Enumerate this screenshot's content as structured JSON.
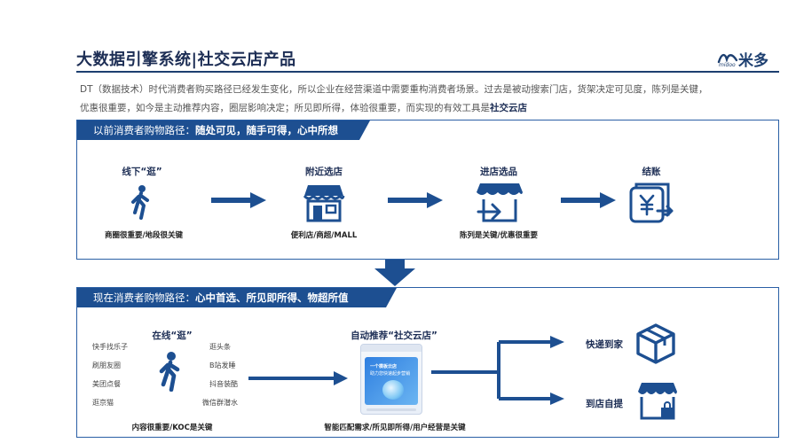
{
  "header": {
    "title": "大数据引擎系统|社交云店产品",
    "logo_text": "米多",
    "logo_sub": "midoo"
  },
  "description": {
    "line1": "DT（数据技术）时代消费者购买路径已经发生变化，所以企业在经营渠道中需要重构消费者场景。过去是被动搜索门店，货架决定可见度，陈列是关键，",
    "line2_prefix": "优惠很重要，如今是主动推荐内容，圈层影响决定；所见即所得，体验很重要，而实现的有效工具是",
    "line2_emphasis": "社交云店"
  },
  "panel_past": {
    "head_prefix": "以前消费者购物路径：",
    "head_emphasis": "随处可见，随手可得，心中所想",
    "steps": [
      {
        "label": "线下“逛”",
        "caption": "商圈很重要/地段很关键",
        "icon": "walking-person-icon"
      },
      {
        "label": "附近选店",
        "caption": "便利店/商超/MALL",
        "icon": "storefront-icon"
      },
      {
        "label": "进店选品",
        "caption": "陈列是关键/优惠很重要",
        "icon": "shelf-enter-icon"
      },
      {
        "label": "结账",
        "caption": "",
        "icon": "yuan-checkout-icon"
      }
    ]
  },
  "panel_now": {
    "head_prefix": "现在消费者购物路径：",
    "head_emphasis": "心中首选、所见即所得、物超所值",
    "online_label": "在线“逛”",
    "online_caption": "内容很重要/KOC是关键",
    "left_tags": [
      "快手找乐子",
      "刷朋友圈",
      "美团点餐",
      "逛京猫"
    ],
    "right_tags": [
      "逛头条",
      "B站发睡",
      "抖音装酷",
      "微信群潜水"
    ],
    "recommend_label": "自动推荐“社交云店”",
    "recommend_caption": "智能匹配需求/所见即所得/用户经营是关键",
    "phone_line1": "一个模板云店",
    "phone_line2": "助力您快速起步营销",
    "outcomes": [
      {
        "label": "快递到家",
        "icon": "delivery-box-icon"
      },
      {
        "label": "到店自提",
        "icon": "store-pickup-icon"
      }
    ]
  },
  "colors": {
    "primary": "#1d4f91",
    "dark": "#1d2e55",
    "arrow": "#1d4f91"
  }
}
